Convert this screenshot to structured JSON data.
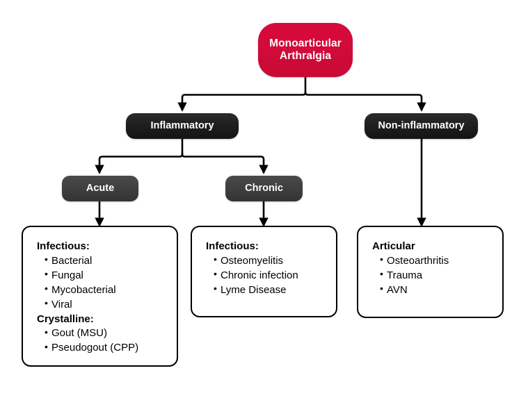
{
  "diagram": {
    "title": "Monoarticular Arthralgia diagnostic flowchart",
    "colors": {
      "root": "#D20B3A",
      "level2": "#1D1D1D",
      "level3": "#3E3E3E",
      "box_border": "#000000",
      "background": "#FFFFFF",
      "connector": "#000000"
    }
  },
  "nodes": {
    "root": {
      "line1": "Monoarticular",
      "line2": "Arthralgia"
    },
    "inflammatory": {
      "label": "Inflammatory"
    },
    "non_inflammatory": {
      "label": "Non-inflammatory"
    },
    "acute": {
      "label": "Acute"
    },
    "chronic": {
      "label": "Chronic"
    }
  },
  "boxes": {
    "acute_box": {
      "groups": [
        {
          "heading": "Infectious:",
          "items": [
            "Bacterial",
            "Fungal",
            "Mycobacterial",
            "Viral"
          ]
        },
        {
          "heading": "Crystalline:",
          "items": [
            "Gout (MSU)",
            "Pseudogout (CPP)"
          ]
        }
      ]
    },
    "chronic_box": {
      "groups": [
        {
          "heading": "Infectious:",
          "items": [
            "Osteomyelitis",
            "Chronic infection",
            "Lyme Disease"
          ]
        }
      ]
    },
    "non_inflammatory_box": {
      "groups": [
        {
          "heading": "Articular",
          "items": [
            "Osteoarthritis",
            "Trauma",
            "AVN"
          ]
        }
      ]
    }
  }
}
